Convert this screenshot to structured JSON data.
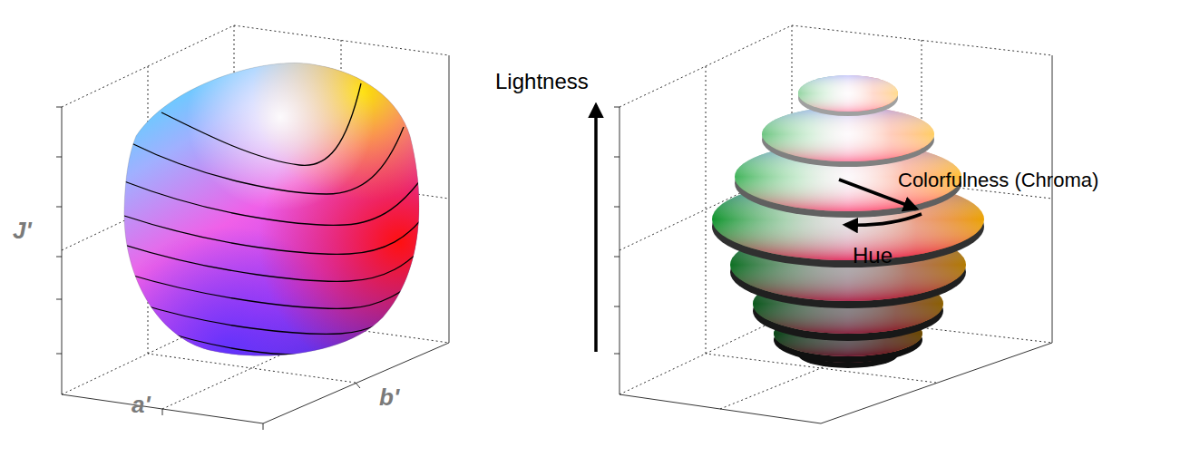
{
  "diagram": {
    "labels": [
      "J'",
      "a'",
      "b'",
      "Lightness",
      "Colorfulness (Chroma)",
      "Hue"
    ]
  }
}
